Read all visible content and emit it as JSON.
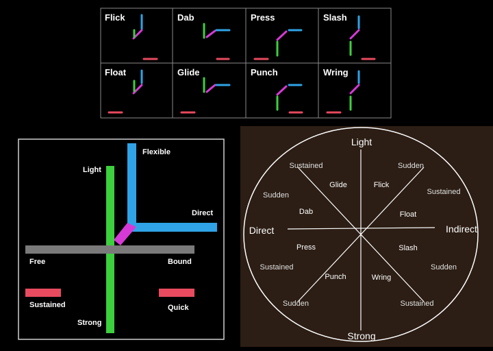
{
  "colors": {
    "green": "#3ecf3e",
    "blue": "#2fa3e6",
    "magenta": "#d63ad6",
    "red": "#e84a5f",
    "gray": "#7a7a7a",
    "wheel_fill": "#2c1e15",
    "wheel_panel": "#2c1e15"
  },
  "grid": {
    "cells": [
      {
        "label": "Flick"
      },
      {
        "label": "Dab"
      },
      {
        "label": "Press"
      },
      {
        "label": "Slash"
      },
      {
        "label": "Float"
      },
      {
        "label": "Glide"
      },
      {
        "label": "Punch"
      },
      {
        "label": "Wring"
      }
    ]
  },
  "axes_diagram": {
    "flexible": "Flexible",
    "direct": "Direct",
    "light": "Light",
    "free": "Free",
    "bound": "Bound",
    "sustained": "Sustained",
    "quick": "Quick",
    "strong": "Strong"
  },
  "wheel": {
    "top": "Light",
    "bottom": "Strong",
    "left": "Direct",
    "right": "Indirect",
    "actions": {
      "glide": "Glide",
      "flick": "Flick",
      "dab": "Dab",
      "float": "Float",
      "press": "Press",
      "slash": "Slash",
      "punch": "Punch",
      "wring": "Wring"
    },
    "time_labels": {
      "upper_left_outer": "Sustained",
      "upper_right_outer": "Sudden",
      "left_upper_outer": "Sudden",
      "right_upper_outer": "Sustained",
      "left_lower_outer": "Sustained",
      "right_lower_outer": "Sudden",
      "lower_left_outer": "Sudden",
      "lower_right_outer": "Sustained"
    }
  }
}
